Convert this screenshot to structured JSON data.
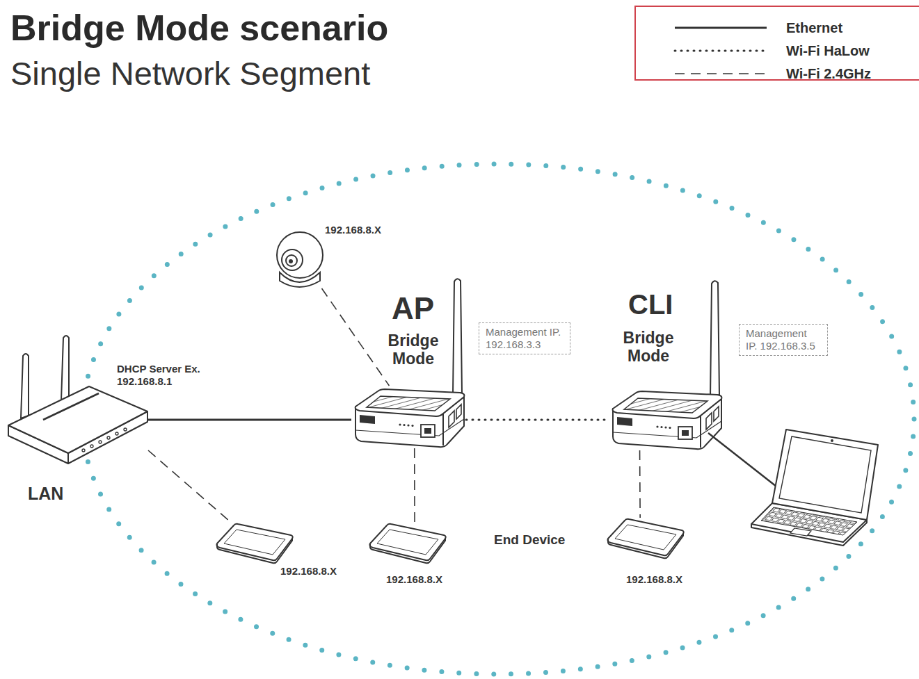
{
  "diagram": {
    "title": "Bridge Mode scenario",
    "nodes": [
      {
        "text": [
          "DHCP Server Ex. 192.168.8.1",
          "LAN"
        ]
      },
      {
        "text": [
          "192.168.8.X"
        ]
      },
      {
        "text": [
          "AP",
          "Bridge Mode"
        ]
      },
      {
        "text": [
          "Management IP. 192.168.3.3"
        ]
      },
      {
        "text": [
          "CLI",
          "Bridge Mode"
        ]
      },
      {
        "text": [
          "Management IP. 192.168.3.5"
        ]
      },
      {
        "text": [
          "192.168.8.X"
        ]
      },
      {
        "text": [
          "192.168.8.X"
        ]
      },
      {
        "text": [
          "192.168.8.X"
        ]
      }
    ],
    "edges": [
      {
        "from": 0,
        "to": 2,
        "arrow": "none"
      },
      {
        "from": 1,
        "to": 2,
        "arrow": "none"
      },
      {
        "from": 2,
        "to": 4,
        "arrow": "none"
      },
      {
        "from": 0,
        "to": 6,
        "arrow": "none"
      },
      {
        "from": 2,
        "to": 7,
        "arrow": "none"
      },
      {
        "from": 4,
        "to": 8,
        "arrow": "none"
      }
    ],
    "labels": [
      "Single Network Segment",
      "End Device"
    ],
    "legend": [
      {
        "text": "Ethernet"
      },
      {
        "text": "Wi-Fi HaLow"
      },
      {
        "text": "Wi-Fi 2.4GHz"
      }
    ]
  }
}
